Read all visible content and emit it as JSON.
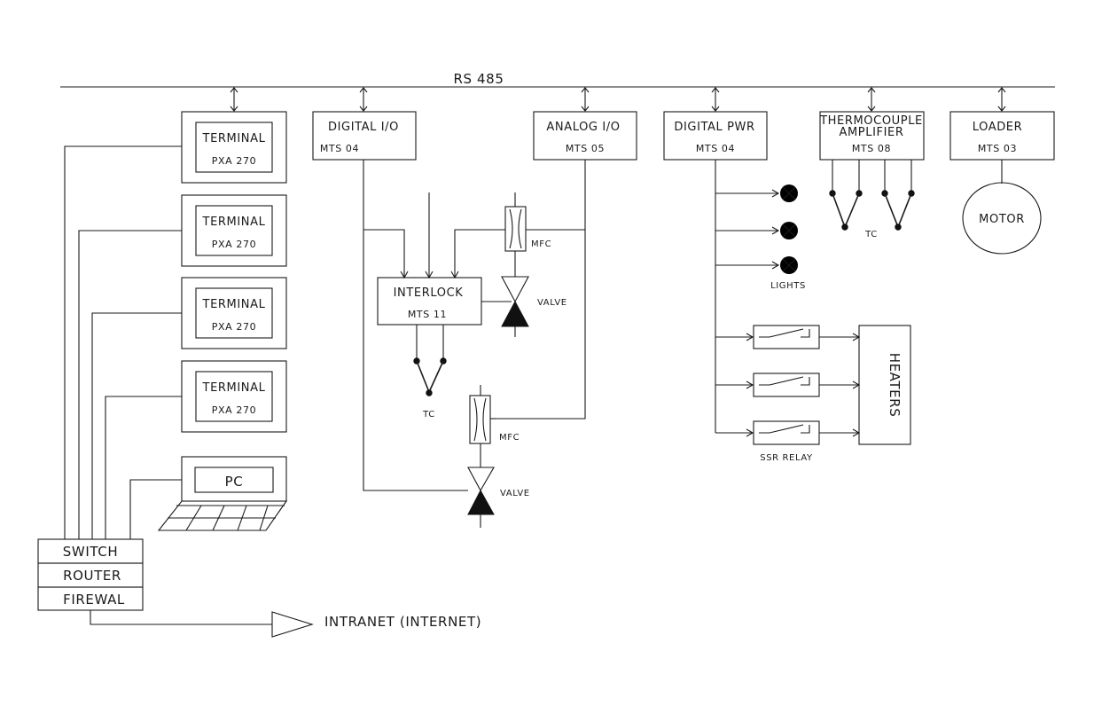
{
  "bus": {
    "label": "RS 485"
  },
  "terminals": [
    {
      "title": "TERMINAL",
      "model": "PXA 270"
    },
    {
      "title": "TERMINAL",
      "model": "PXA 270"
    },
    {
      "title": "TERMINAL",
      "model": "PXA 270"
    },
    {
      "title": "TERMINAL",
      "model": "PXA 270"
    }
  ],
  "pc": {
    "label": "PC"
  },
  "network": {
    "switch": "SWITCH",
    "router": "ROUTER",
    "firewall": "FIREWAL",
    "uplink": "INTRANET (INTERNET)"
  },
  "modules": {
    "digital_io": {
      "title": "DIGITAL I/O",
      "model": "MTS 04"
    },
    "analog_io": {
      "title": "ANALOG I/O",
      "model": "MTS 05"
    },
    "digital_pwr": {
      "title": "DIGITAL PWR",
      "model": "MTS 04"
    },
    "thermo_amp": {
      "title_line1": "THERMOCOUPLE",
      "title_line2": "AMPLIFIER",
      "model": "MTS 08"
    },
    "loader": {
      "title": "LOADER",
      "model": "MTS 03"
    },
    "interlock": {
      "title": "INTERLOCK",
      "model": "MTS 11"
    }
  },
  "components": {
    "mfc_upper": "MFC",
    "mfc_lower": "MFC",
    "valve_upper": "VALVE",
    "valve_lower": "VALVE",
    "tc_interlock": "TC",
    "tc_amp": "TC",
    "lights": "LIGHTS",
    "ssr_relay": "SSR RELAY",
    "heaters": "HEATERS",
    "motor": "MOTOR"
  }
}
